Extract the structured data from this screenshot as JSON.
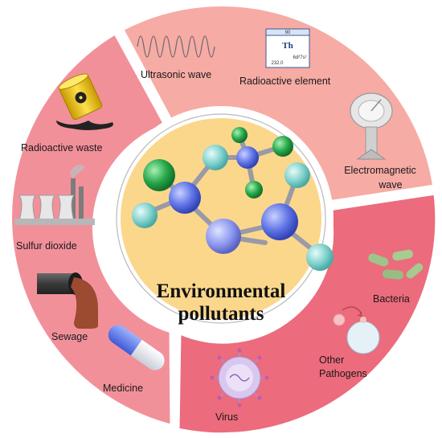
{
  "center": {
    "title_line1": "Environmental",
    "title_line2": "pollutants"
  },
  "sectors": {
    "radiation": {
      "color": "#f6aba4",
      "labels": {
        "ultrasonic": "Ultrasonic wave",
        "radioactive_element": "Radioactive element",
        "electromagnetic_line1": "Electromagnetic",
        "electromagnetic_line2": "wave"
      },
      "element_card": {
        "number": "90",
        "symbol": "Th",
        "config": "6d²7s²",
        "mass": "232.0"
      }
    },
    "chemical": {
      "color": "#f2909a",
      "labels": {
        "radioactive_waste": "Radioactive waste",
        "sulfur_dioxide": "Sulfur dioxide",
        "sewage": "Sewage",
        "medicine": "Medicine"
      }
    },
    "biological": {
      "color": "#ec6b7d",
      "labels": {
        "bacteria": "Bacteria",
        "other_pathogens_line1": "Other",
        "other_pathogens_line2": "Pathogens",
        "virus": "Virus"
      }
    }
  },
  "colors": {
    "inner_circle": "#fbd78c",
    "atom_blue": "#5f74e6",
    "atom_cyan": "#7fd0cc",
    "atom_green": "#27a84a",
    "bond": "#9a9aa6"
  }
}
